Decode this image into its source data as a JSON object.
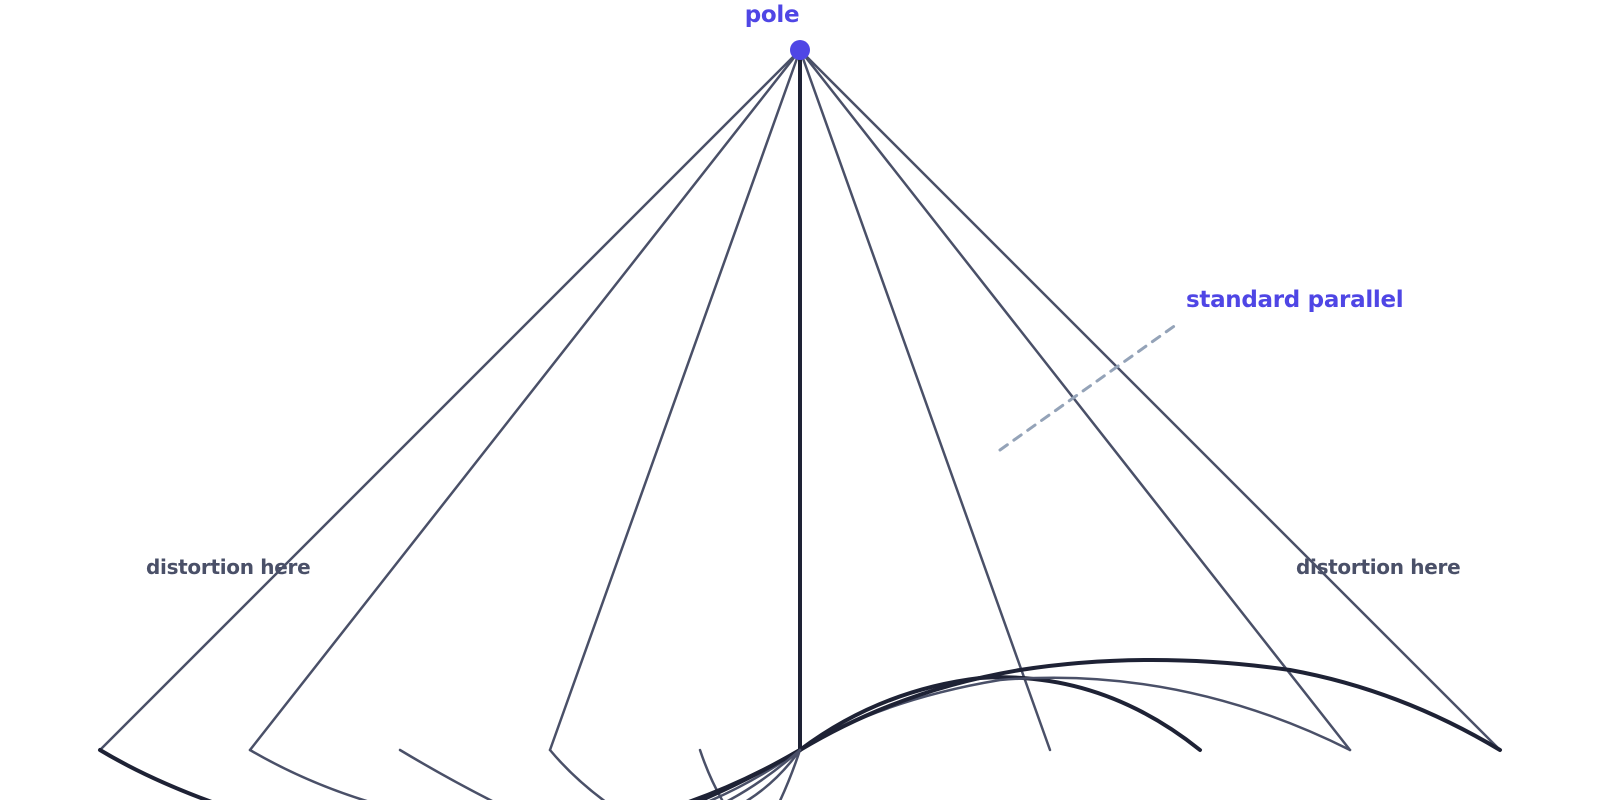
{
  "labels": {
    "pole": "pole",
    "standard_parallel": "standard parallel",
    "distortion_left": "distortion here",
    "distortion_right": "distortion here"
  },
  "colors": {
    "accent": "#4f46e5",
    "line": "#4a5068",
    "dark": "#1e2235",
    "dashed": "#94a3b8",
    "text_muted": "#4a5068"
  },
  "icons": {
    "pole_marker": "dot-icon"
  }
}
